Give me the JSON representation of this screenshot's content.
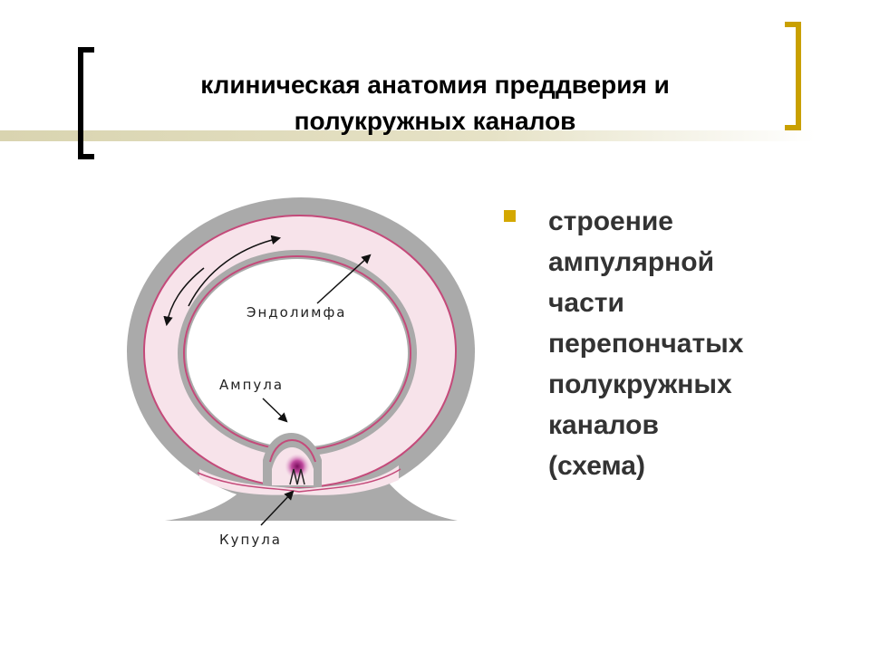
{
  "slide": {
    "title_lines": [
      "клиническая анатомия преддверия и",
      "полукружных каналов"
    ],
    "bullet_lines": [
      "строение",
      "ампулярной",
      "части",
      "перепончатых",
      "полукружных",
      "каналов",
      "(схема)"
    ]
  },
  "diagram": {
    "labels": {
      "endolymph": "Эндолимфа",
      "ampulla": "Ампула",
      "cupula": "Купула"
    }
  },
  "colors": {
    "bracket_left": "#000000",
    "bracket_right": "#c9a000",
    "bullet": "#d4a800",
    "bone": "#aaaaaa",
    "membrane": "#f7e3ea",
    "membrane_edge": "#c44a7a"
  }
}
